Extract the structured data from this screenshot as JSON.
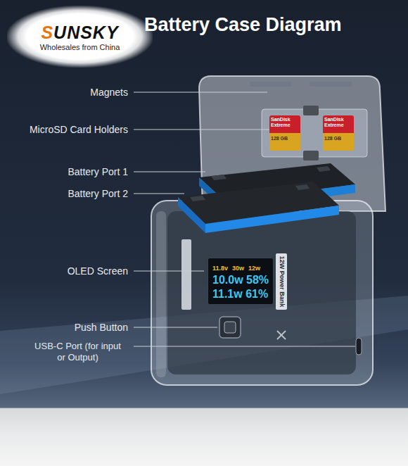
{
  "diagram": {
    "title": "Battery Case Diagram",
    "nodes": [
      {
        "text": [
          "SUNSKY",
          "Wholesales from China"
        ]
      },
      {
        "text": [
          "SanDisk Extreme",
          "128 GB"
        ]
      },
      {
        "text": [
          "SanDisk Extreme",
          "128 GB"
        ]
      },
      {
        "text": [
          "11.8v",
          "30w",
          "12w",
          "10.0w 58%",
          "11.1w 61%"
        ]
      }
    ],
    "labels": [
      "Magnets",
      "MicroSD Card Holders",
      "Battery Port 1",
      "Battery Port 2",
      "OLED Screen",
      "Push Button",
      "USB-C Port (for input or Output)",
      "12W Power Bank"
    ]
  }
}
